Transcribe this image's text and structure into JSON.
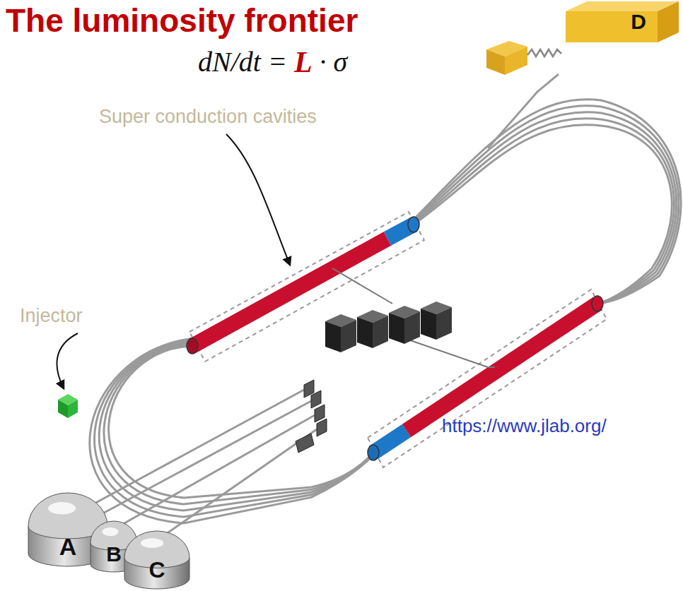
{
  "diagram": {
    "title": "The luminosity frontier",
    "nodes": [
      {
        "text": [
          "D"
        ]
      },
      {
        "text": [
          "A"
        ]
      },
      {
        "text": [
          "B"
        ]
      },
      {
        "text": [
          "C"
        ]
      }
    ],
    "labels": [
      "dN/dt =",
      "L",
      "· σ",
      "Super conduction cavities",
      "Injector",
      "https://www.jlab.org/"
    ]
  }
}
